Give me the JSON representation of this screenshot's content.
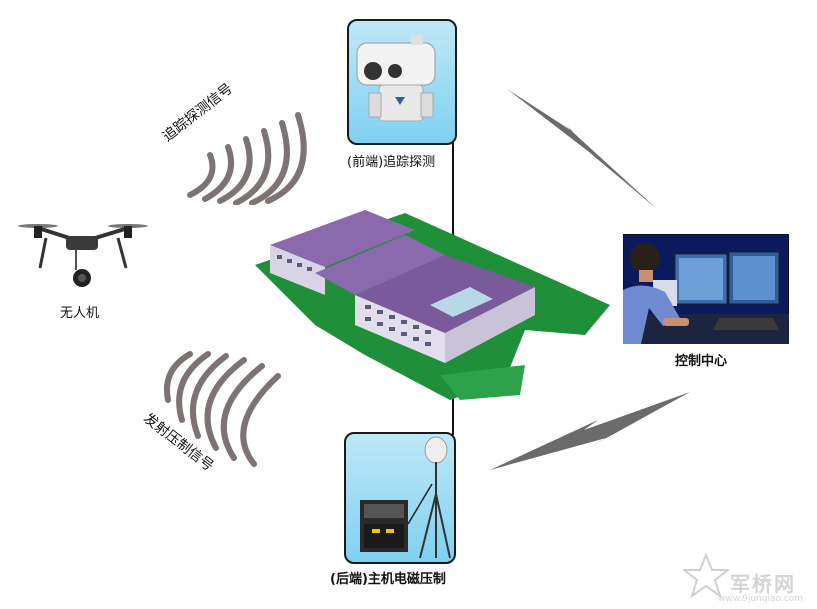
{
  "nodes": {
    "drone": {
      "label": "无人机"
    },
    "front_detect": {
      "label": "(前端)追踪探测"
    },
    "control_center": {
      "label": "控制中心"
    },
    "back_jam": {
      "label": "(后端)主机电磁压制"
    }
  },
  "signals": {
    "tracking": {
      "label": "追踪探测信号"
    },
    "jamming": {
      "label": "发射压制信号"
    }
  },
  "watermark": {
    "text": "军桥网",
    "url": "www.9junqiao.com"
  },
  "colors": {
    "card_bg": "#9fdcf4",
    "roof": "#7a5a9a",
    "grass": "#1f8f3a",
    "wave": "#7d7373",
    "bolt": "#6b6b6b"
  }
}
